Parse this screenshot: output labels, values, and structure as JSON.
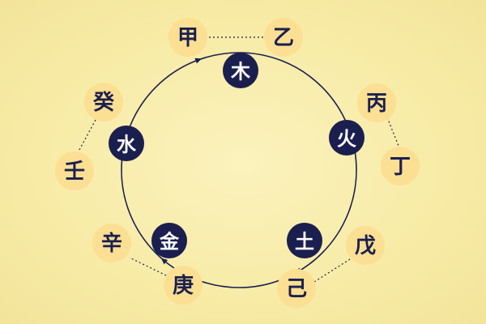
{
  "colors": {
    "background": "#f8edaa",
    "element_fill": "#1b1f4f",
    "element_text": "#ffffff",
    "stem_fill": "#fbdf93",
    "stem_text": "#1b1f4f",
    "cycle_line": "#1b1f4f",
    "connector_line": "#1b1f4f"
  },
  "elements": [
    {
      "id": "wood",
      "label": "木"
    },
    {
      "id": "fire",
      "label": "火"
    },
    {
      "id": "earth",
      "label": "土"
    },
    {
      "id": "metal",
      "label": "金"
    },
    {
      "id": "water",
      "label": "水"
    }
  ],
  "stems": [
    {
      "id": "jia",
      "label": "甲"
    },
    {
      "id": "yi",
      "label": "乙"
    },
    {
      "id": "bing",
      "label": "丙"
    },
    {
      "id": "ding",
      "label": "丁"
    },
    {
      "id": "wu",
      "label": "戊"
    },
    {
      "id": "ji",
      "label": "己"
    },
    {
      "id": "geng",
      "label": "庚"
    },
    {
      "id": "xin",
      "label": "辛"
    },
    {
      "id": "ren",
      "label": "壬"
    },
    {
      "id": "gui",
      "label": "癸"
    }
  ]
}
